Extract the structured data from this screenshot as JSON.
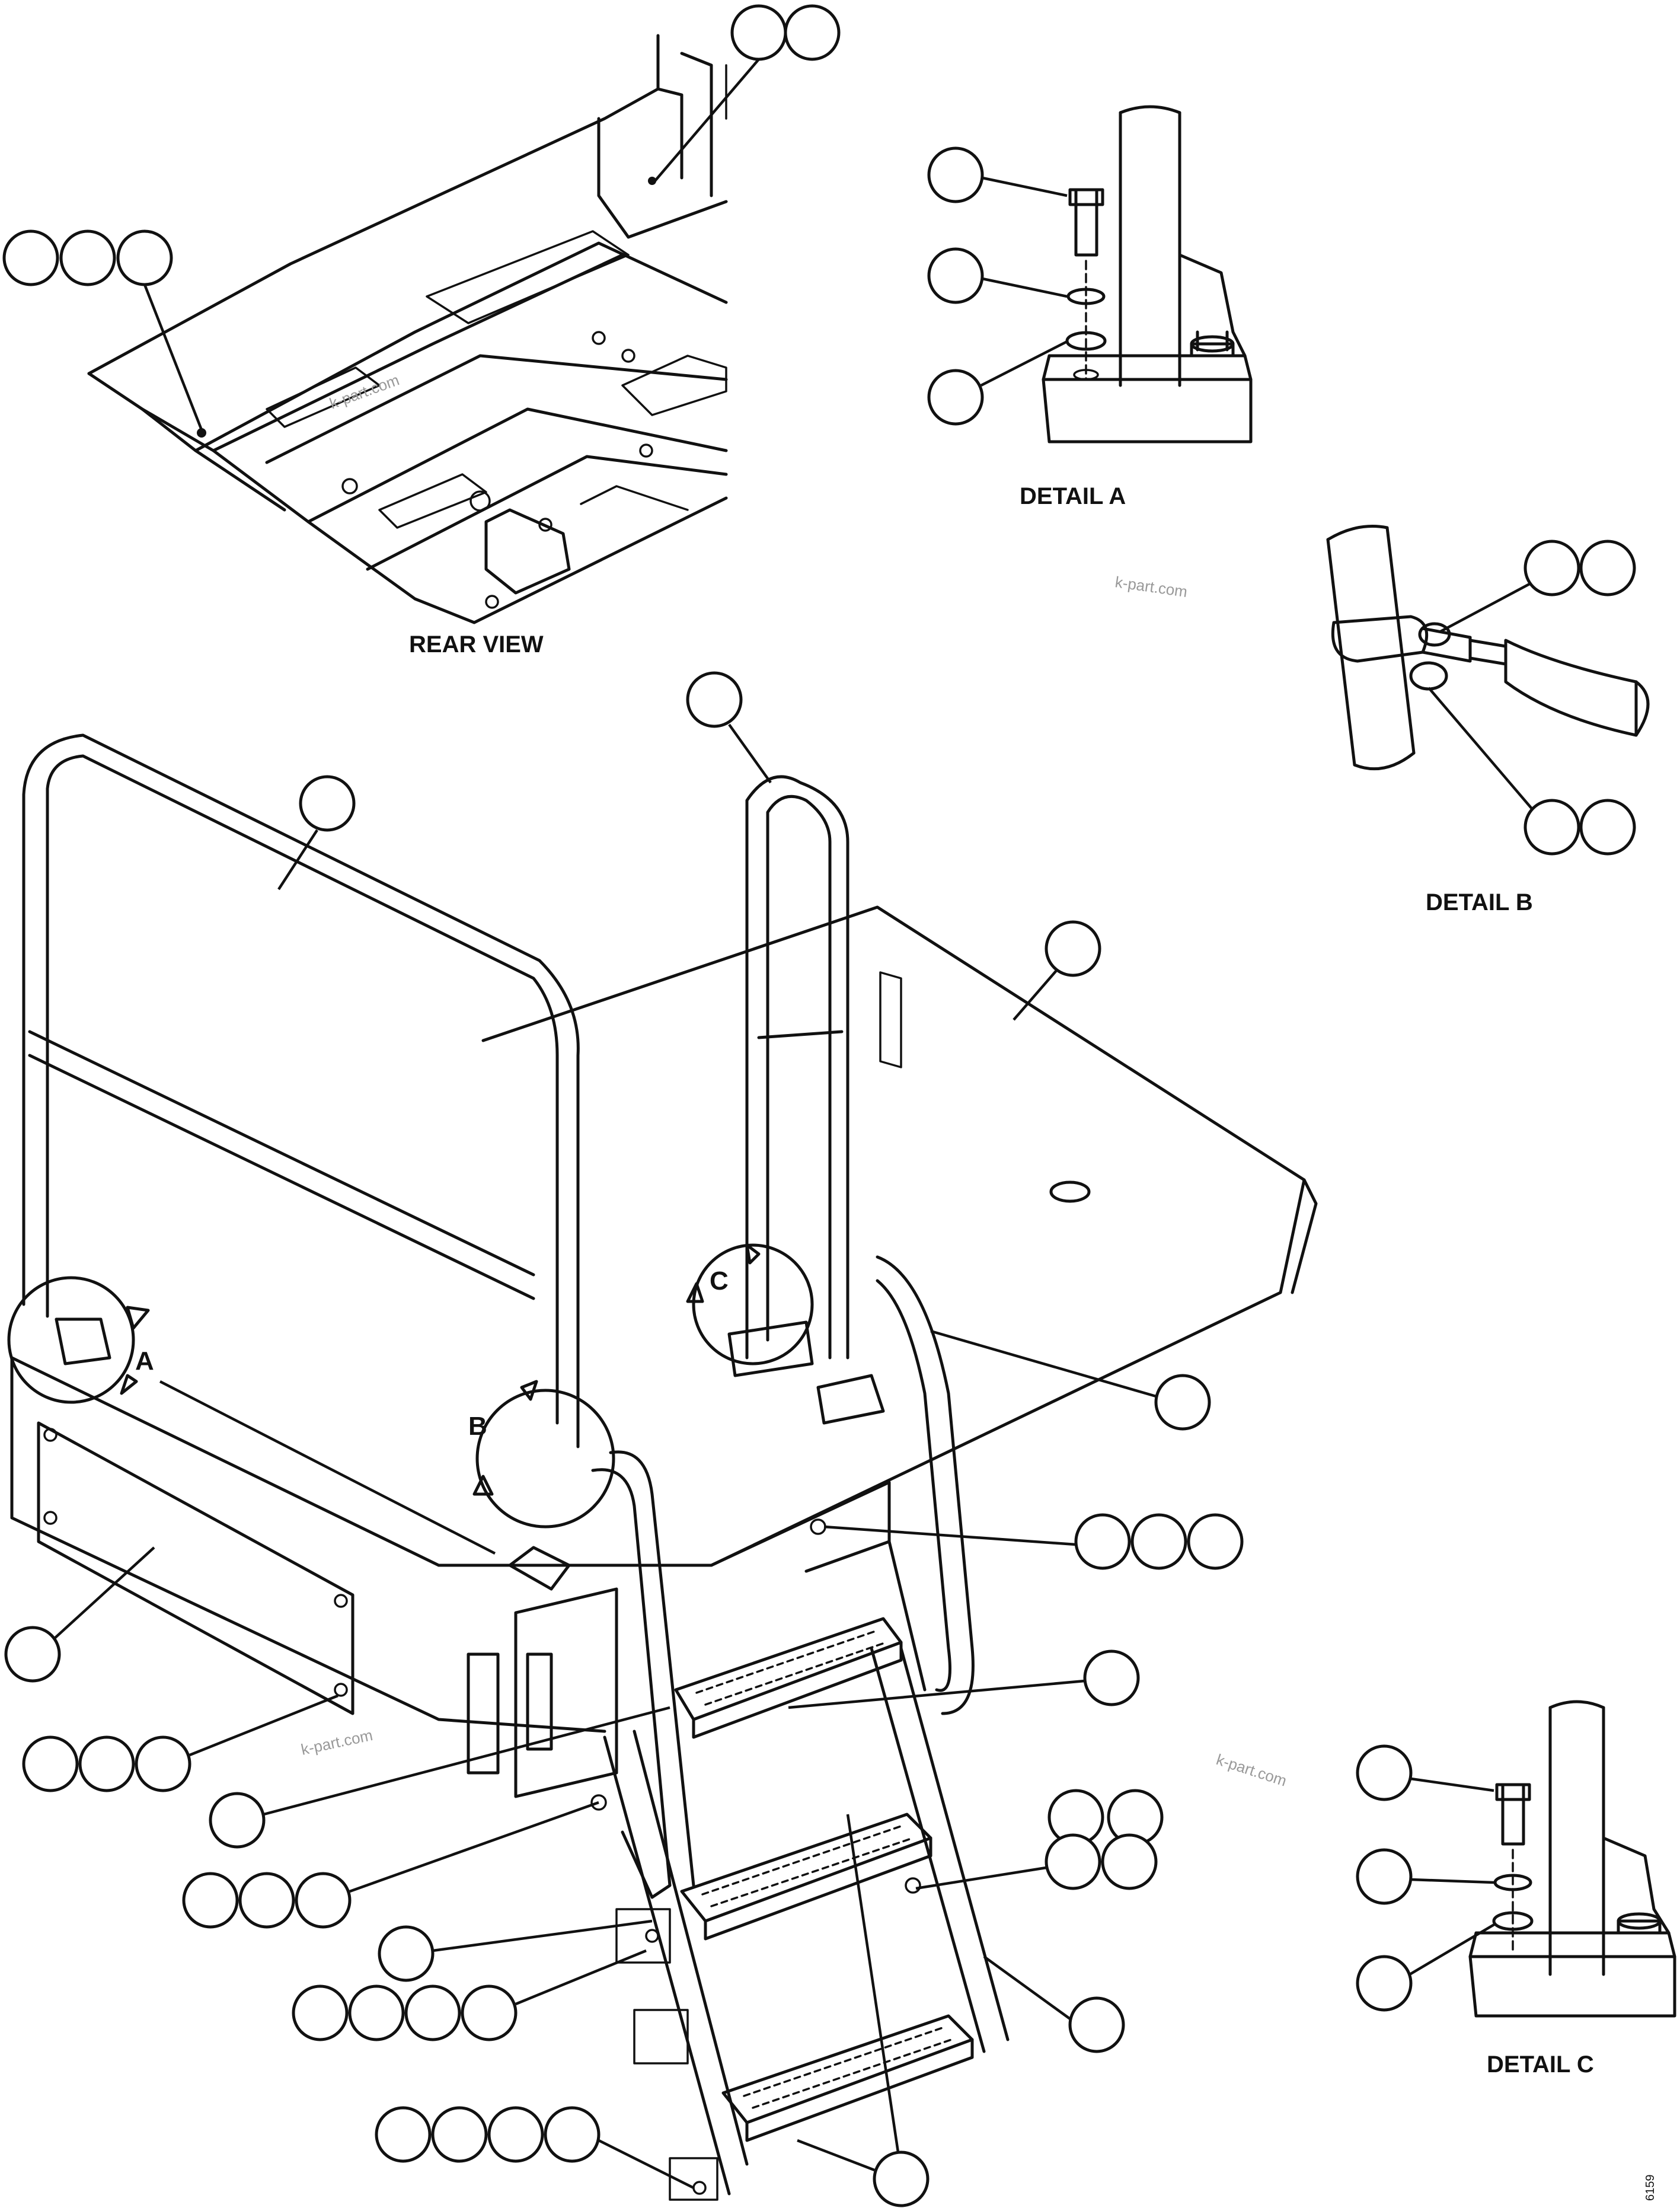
{
  "labels": {
    "rear_view": "REAR VIEW",
    "detail_a": "DETAIL A",
    "detail_b": "DETAIL B",
    "detail_c": "DETAIL C",
    "callout_a": "A",
    "callout_b": "B",
    "callout_c": "C"
  },
  "watermarks": [
    "k-part.com",
    "k-part.com",
    "k-part.com",
    "k-part.com"
  ],
  "drawing_code": "6159",
  "colors": {
    "line": "#111111",
    "background": "#ffffff",
    "watermark": "#999999"
  }
}
